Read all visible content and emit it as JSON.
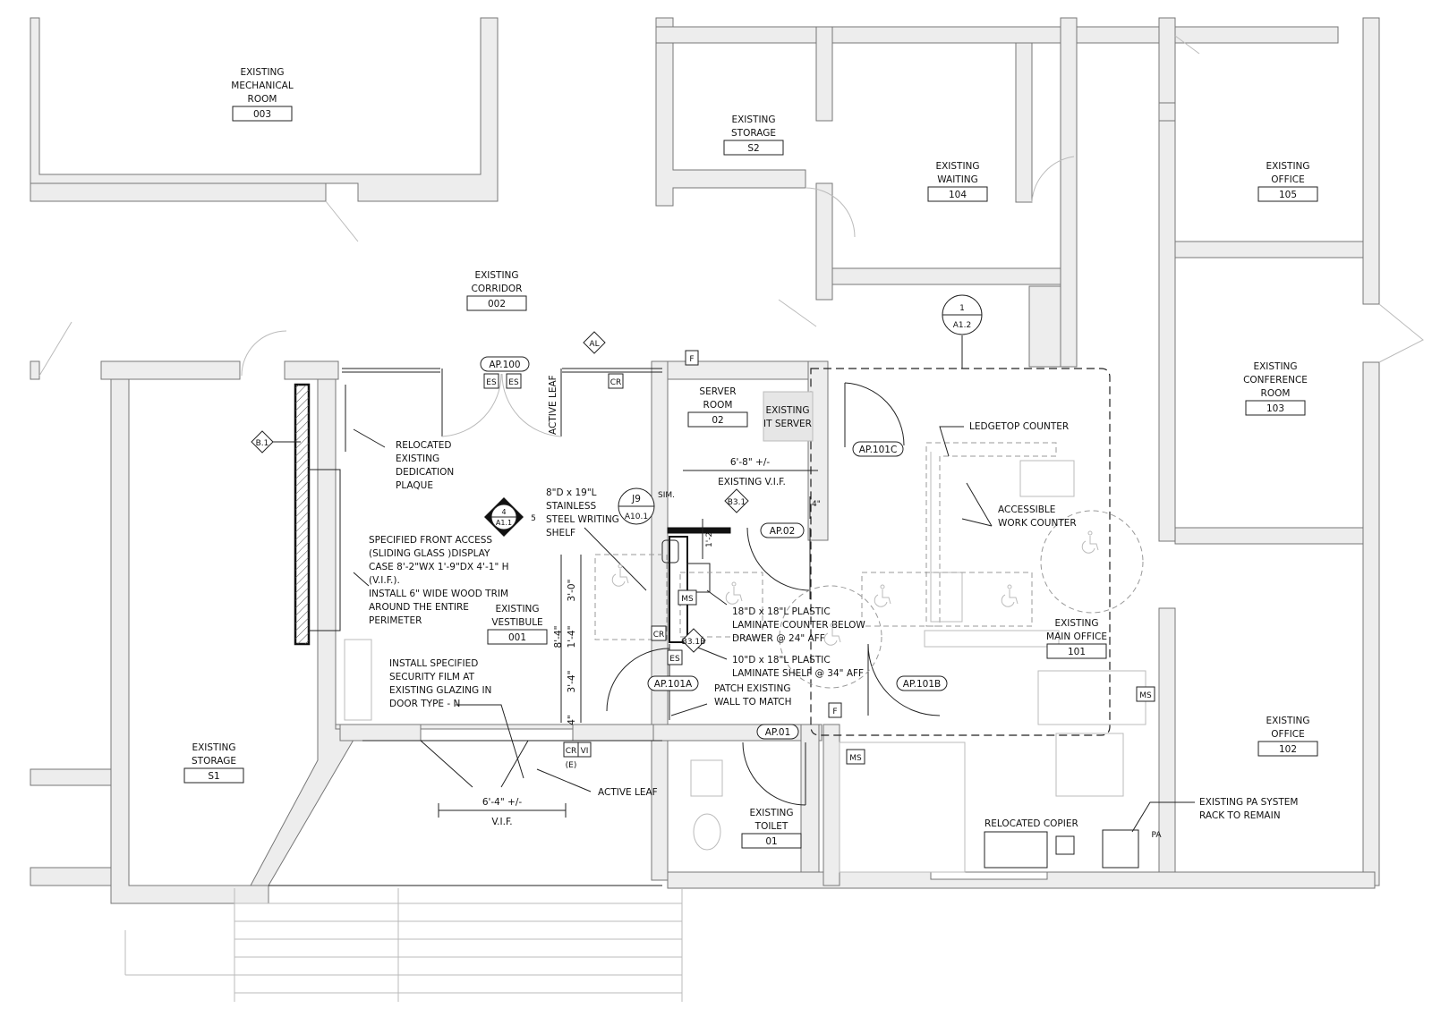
{
  "rooms": {
    "mech": {
      "l1": "EXISTING",
      "l2": "MECHANICAL",
      "l3": "ROOM",
      "num": "003"
    },
    "corr": {
      "l1": "EXISTING",
      "l2": "CORRIDOR",
      "num": "002"
    },
    "s2": {
      "l1": "EXISTING",
      "l2": "STORAGE",
      "num": "S2"
    },
    "wait": {
      "l1": "EXISTING",
      "l2": "WAITING",
      "num": "104"
    },
    "o105": {
      "l1": "EXISTING",
      "l2": "OFFICE",
      "num": "105"
    },
    "conf": {
      "l1": "EXISTING",
      "l2": "CONFERENCE",
      "l3": "ROOM",
      "num": "103"
    },
    "server": {
      "l1": "SERVER",
      "l2": "ROOM",
      "num": "02"
    },
    "itserver": {
      "l1": "EXISTING",
      "l2": "IT SERVER"
    },
    "vest": {
      "l1": "EXISTING",
      "l2": "VESTIBULE",
      "num": "001"
    },
    "main": {
      "l1": "EXISTING",
      "l2": "MAIN OFFICE",
      "num": "101"
    },
    "o102": {
      "l1": "EXISTING",
      "l2": "OFFICE",
      "num": "102"
    },
    "s1": {
      "l1": "EXISTING",
      "l2": "STORAGE",
      "num": "S1"
    },
    "toilet": {
      "l1": "EXISTING",
      "l2": "TOILET",
      "num": "01"
    }
  },
  "doors": {
    "ap100": "AP.100",
    "ap101c": "AP.101C",
    "ap02": "AP.02",
    "ap101a": "AP.101A",
    "ap101b": "AP.101B",
    "ap01": "AP.01"
  },
  "tags": {
    "es": "ES",
    "cr": "CR",
    "vi": "VI",
    "e": "(E)",
    "ms": "MS",
    "f": "F",
    "pa": "PA",
    "al": "AL",
    "b1": "B.1",
    "b31": "B3.1",
    "b31b": "B3.1B"
  },
  "callouts": {
    "a12_num": "1",
    "a12_sheet": "A1.2",
    "a11_num": "4",
    "a11_sheet": "A1.1",
    "a11_dir": "5",
    "j9_num": "J9",
    "j9_sheet": "A10.1",
    "sim": "SIM."
  },
  "dims": {
    "d668": "6'-8\" +/-",
    "evif": "EXISTING V.I.F.",
    "d4": "4\"",
    "d12": "1'-2\"",
    "d30": "3'-0\"",
    "d14": "1'-4\"",
    "d34": "3'-4\"",
    "d4b": "4\"",
    "d84": "8'-4\"",
    "d64": "6'-4\" +/-",
    "vif": "V.I.F."
  },
  "notes": {
    "plaque": [
      "RELOCATED",
      "EXISTING",
      "DEDICATION",
      "PLAQUE"
    ],
    "display": [
      "SPECIFIED FRONT ACCESS",
      "(SLIDING GLASS )DISPLAY",
      "CASE 8'-2\"WX 1'-9\"DX 4'-1\" H",
      "(V.I.F.).",
      "INSTALL 6\" WIDE WOOD TRIM",
      "AROUND THE ENTIRE",
      "PERIMETER"
    ],
    "shelf": [
      "8\"D x 19\"L",
      "STAINLESS",
      "STEEL WRITING",
      "SHELF"
    ],
    "film": [
      "INSTALL SPECIFIED",
      "SECURITY FILM AT",
      "EXISTING GLAZING IN",
      "DOOR TYPE - N"
    ],
    "counter": [
      "18\"D x 18\"L PLASTIC",
      "LAMINATE COUNTER BELOW",
      "DRAWER @ 24\" AFF"
    ],
    "lshelf": [
      "10\"D x 18\"L PLASTIC",
      "LAMINATE SHELF @ 34\" AFF"
    ],
    "patch": [
      "PATCH EXISTING",
      "WALL TO MATCH"
    ],
    "ledge": "LEDGETOP COUNTER",
    "work": [
      "ACCESSIBLE",
      "WORK COUNTER"
    ],
    "active_leaf": "ACTIVE LEAF",
    "active_leaf_v": "ACTIVE LEAF",
    "copier": "RELOCATED COPIER",
    "pa": [
      "EXISTING PA SYSTEM",
      "RACK TO REMAIN"
    ]
  }
}
